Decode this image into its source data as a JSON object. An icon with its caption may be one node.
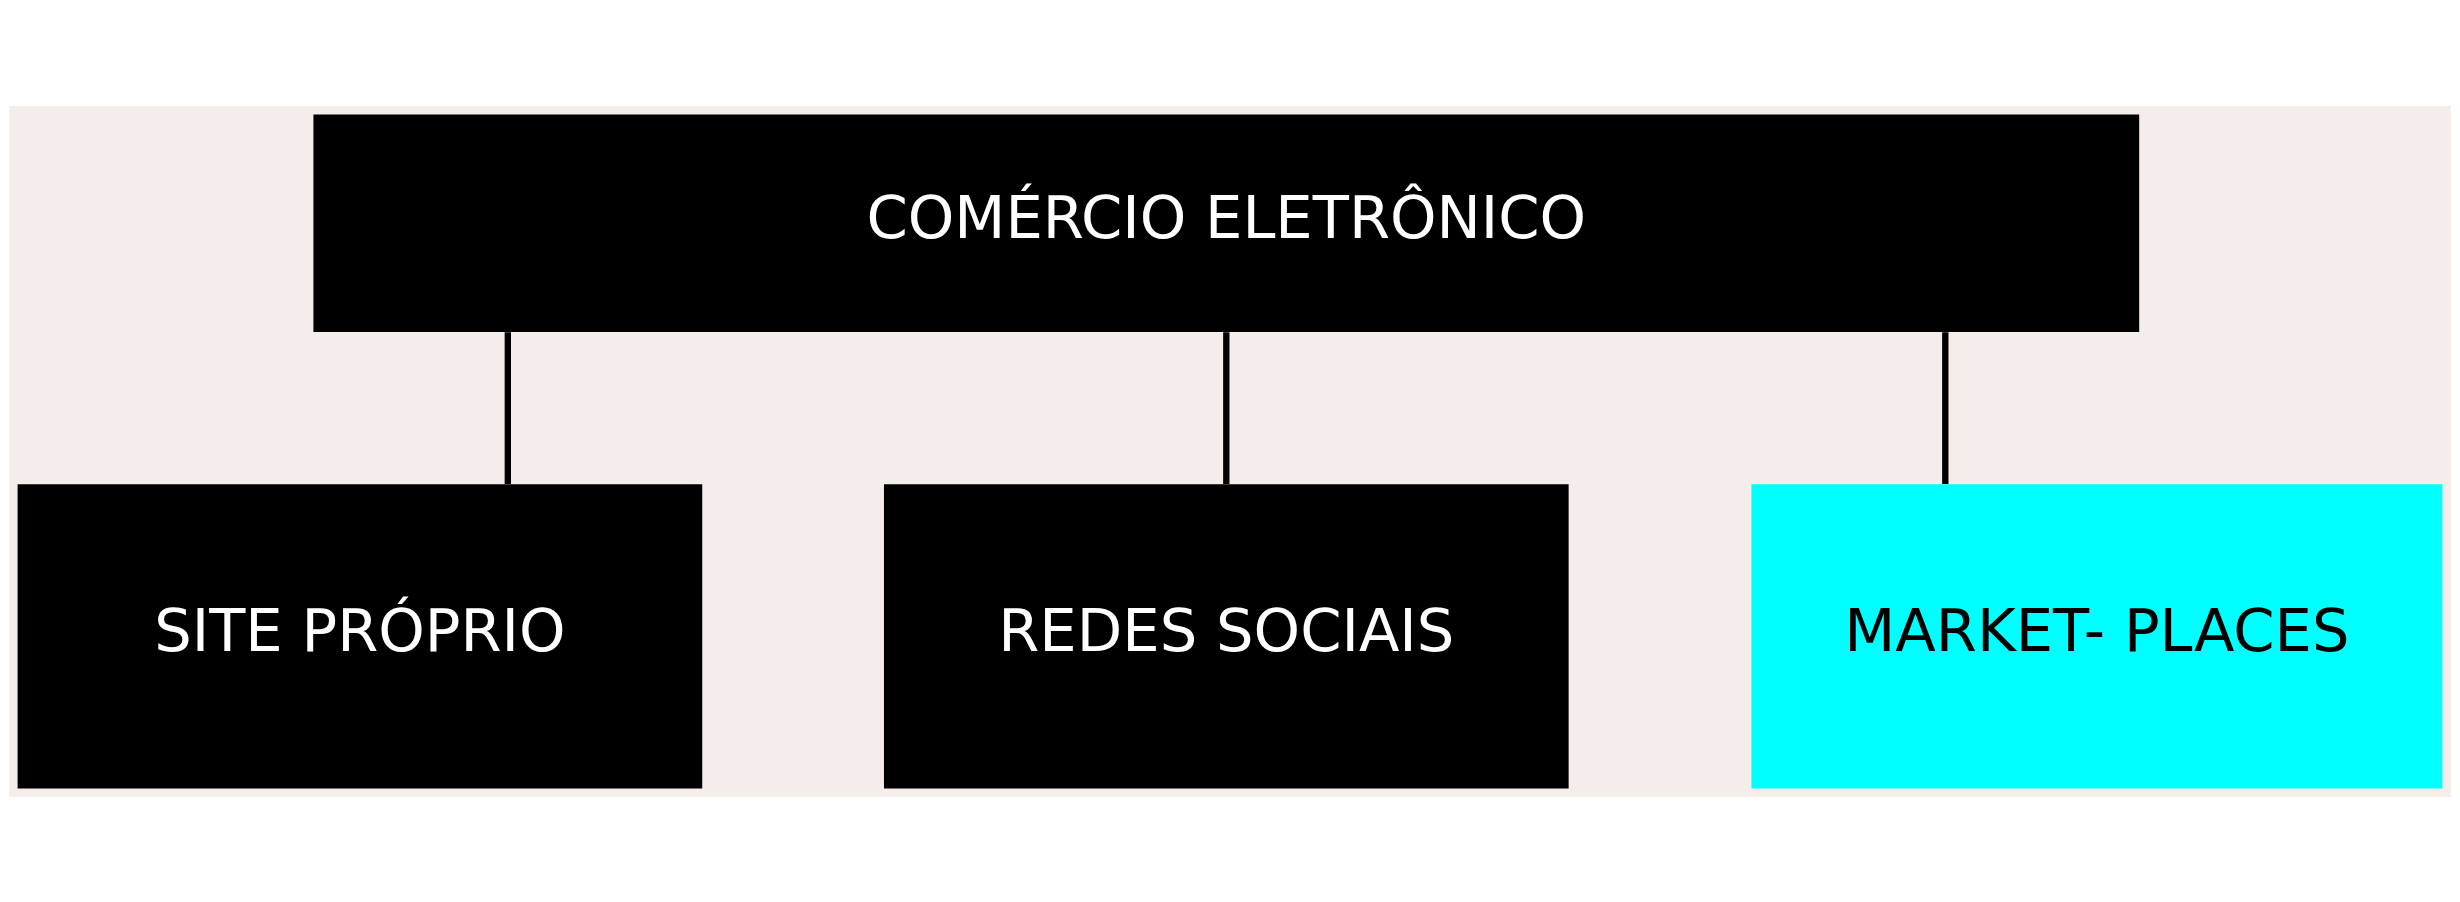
{
  "diagram": {
    "nodes": [
      {
        "text": [
          "COMÉRCIO ELETRÔNICO"
        ]
      },
      {
        "text": [
          "SITE PRÓPRIO"
        ]
      },
      {
        "text": [
          "REDES SOCIAIS"
        ]
      },
      {
        "text": [
          "MARKET- PLACES"
        ]
      }
    ],
    "edges": [
      {
        "from": 0,
        "to": 1,
        "arrow": "none"
      },
      {
        "from": 0,
        "to": 2,
        "arrow": "none"
      },
      {
        "from": 0,
        "to": 3,
        "arrow": "none"
      }
    ]
  }
}
